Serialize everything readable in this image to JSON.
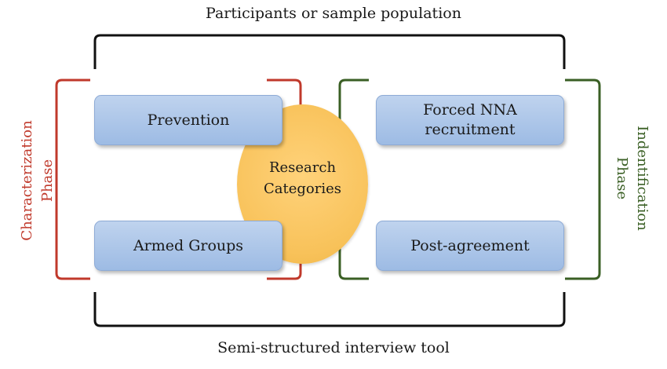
{
  "diagram": {
    "top_label": "Participants or sample population",
    "bottom_label": "Semi-structured interview tool",
    "center": {
      "line1": "Research",
      "line2": "Categories"
    },
    "boxes": {
      "prevention": "Prevention",
      "forced_line1": "Forced NNA",
      "forced_line2": "recruitment",
      "armed_groups": "Armed Groups",
      "post_agreement": "Post-agreement"
    },
    "left_phase": {
      "line1": "Characterization",
      "line2": "Phase",
      "color": "#c0392b"
    },
    "right_phase": {
      "line1": "Indentification",
      "line2": "Phase",
      "color": "#3a5f24"
    },
    "colors": {
      "box_fill": "#a9c4e8",
      "circle_fill": "#f8c25a",
      "outer_bracket": "#111111"
    }
  }
}
